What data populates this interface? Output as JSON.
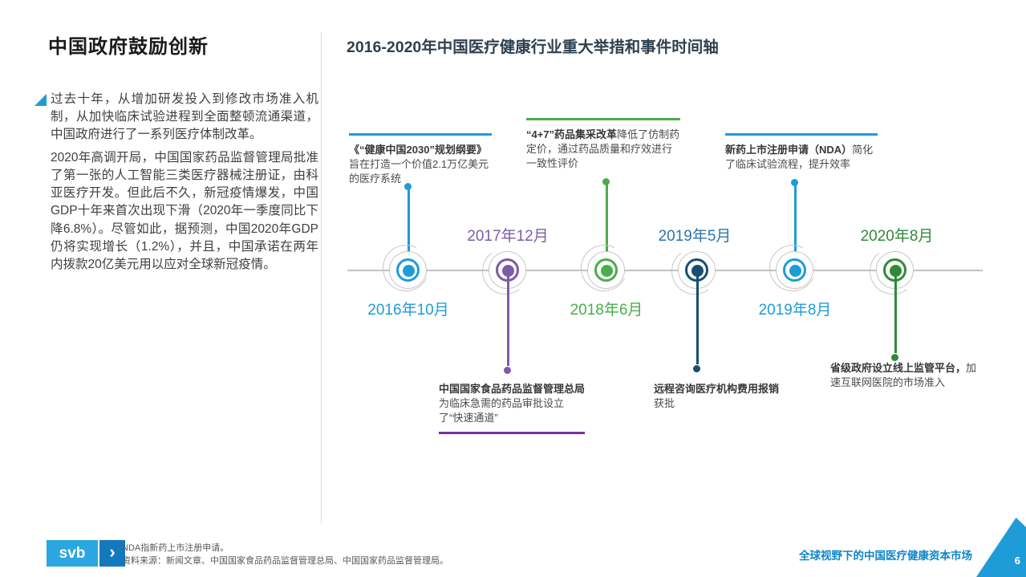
{
  "colors": {
    "bright_blue": "#1e9cd8",
    "purple": "#7d5ba8",
    "purple_deep": "#7a2fa0",
    "bright_green": "#49ae49",
    "dark_navy": "#174f70",
    "navy_date": "#2e74ab",
    "dark_green": "#2f8a38",
    "footer_blue": "#0e86c8",
    "svb_light": "#2aa7e0",
    "svb_dark": "#1478bd"
  },
  "left_panel": {
    "title": "中国政府鼓励创新",
    "para1": "过去十年，从增加研发投入到修改市场准入机制，从加快临床试验进程到全面整顿流通渠道，中国政府进行了一系列医疗体制改革。",
    "para2": "2020年高调开局，中国国家药品监督管理局批准了第一张的人工智能三类医疗器械注册证，由科亚医疗开发。但此后不久，新冠疫情爆发，中国GDP十年来首次出现下滑（2020年一季度同比下降6.8%）。尽管如此，据预测，中国2020年GDP仍将实现增长（1.2%），并且，中国承诺在两年内拨款20亿美元用以应对全球新冠疫情。"
  },
  "timeline": {
    "title": "2016-2020年中国医疗健康行业重大举措和事件时间轴",
    "events": [
      {
        "date": "2016年10月",
        "bold": "《“健康中国2030”规划纲要》",
        "rest": "旨在打造一个价值2.1万亿美元的医疗系统"
      },
      {
        "date": "2017年12月",
        "bold": "中国国家食品药品监督管理总局",
        "rest": "为临床急需的药品审批设立了“快速通道”"
      },
      {
        "date": "2018年6月",
        "bold": "“4+7”药品集采改革",
        "rest": "降低了仿制药定价，通过药品质量和疗效进行一致性评价"
      },
      {
        "date": "2019年5月",
        "bold": "远程咨询医疗机构费用报销",
        "rest": "获批"
      },
      {
        "date": "2019年8月",
        "bold": "新药上市注册申请（NDA）",
        "rest": "简化了临床试验流程，提升效率"
      },
      {
        "date": "2020年8月",
        "bold": "省级政府设立线上监管平台，",
        "rest": "加速互联网医院的市场准入"
      }
    ]
  },
  "footer": {
    "logo_text": "svb",
    "logo_chevron": "›",
    "note1": "NDA指新药上市注册申请。",
    "note2": "资料来源：新闻文章、中国国家食品药品监督管理总局、中国国家药品监督管理局。",
    "deck_title": "全球视野下的中国医疗健康资本市场",
    "page_number": "6"
  }
}
